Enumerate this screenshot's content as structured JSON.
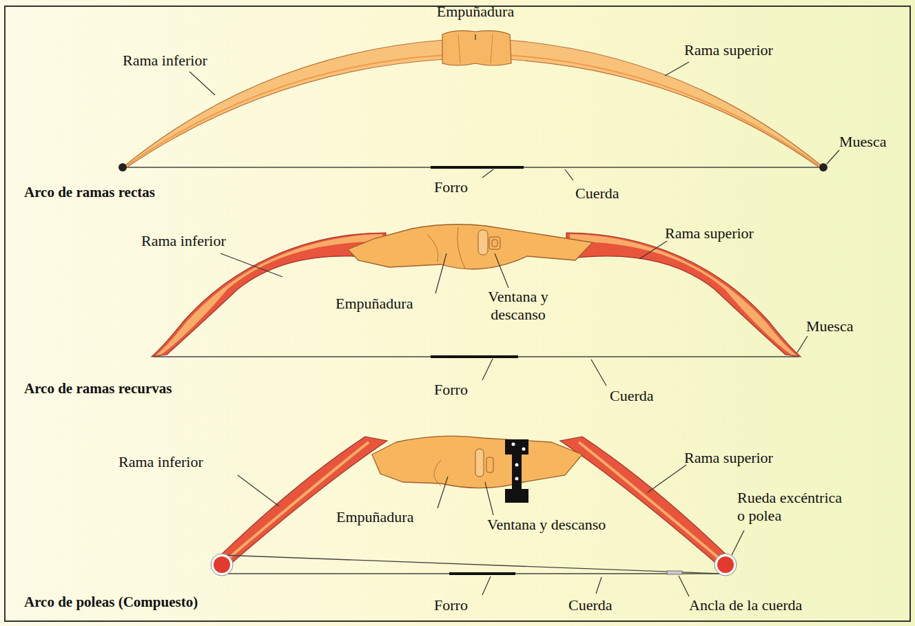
{
  "diagram": {
    "labels": [
      "Empuñadura",
      "Rama inferior",
      "Rama superior",
      "Muesca",
      "Forro",
      "Cuerda",
      "Arco de ramas rectas",
      "Rama inferior",
      "Rama superior",
      "Empuñadura",
      "Ventana y descanso",
      "Muesca",
      "Forro",
      "Cuerda",
      "Arco de ramas recurvas",
      "Rama inferior",
      "Rama superior",
      "Rueda excéntrica o polea",
      "Empuñadura",
      "Ventana y descanso",
      "Forro",
      "Cuerda",
      "Ancla de la cuerda",
      "Arco de poleas (Compuesto)"
    ]
  }
}
